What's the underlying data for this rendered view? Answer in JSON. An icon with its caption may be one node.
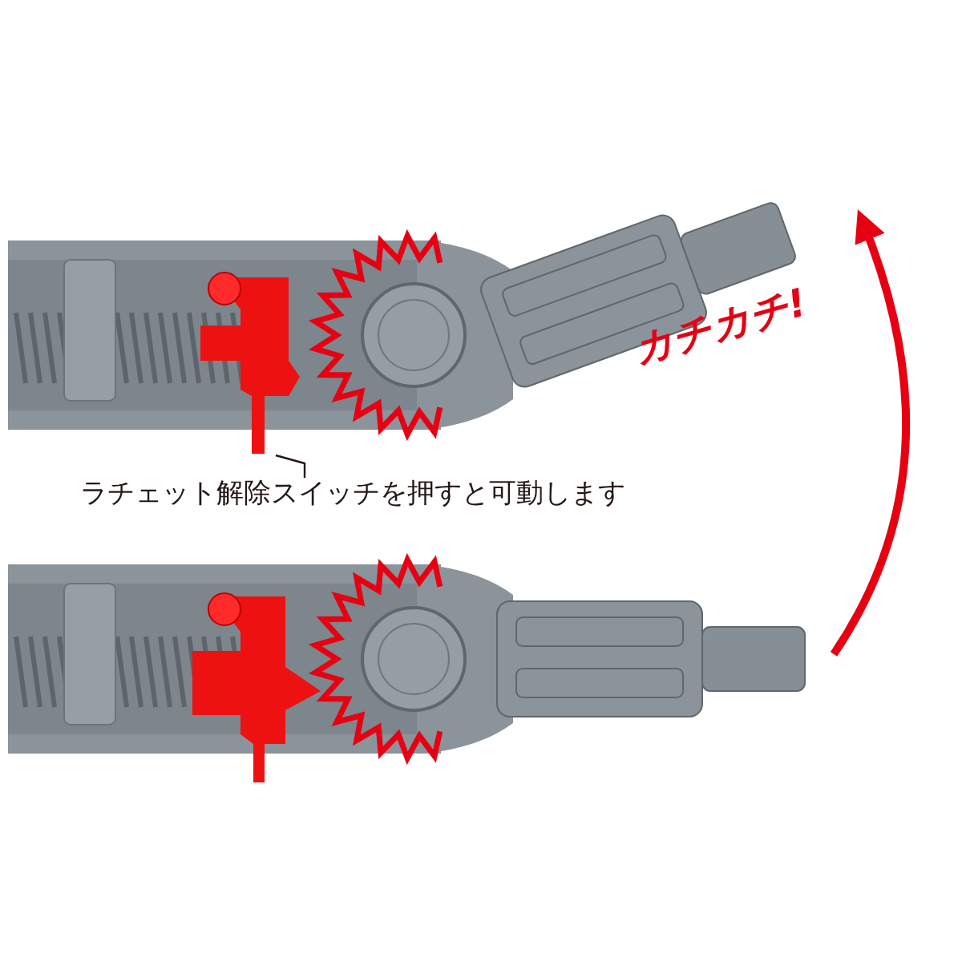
{
  "diagram": {
    "nodes": [
      {
        "text": [],
        "shape": "picture"
      },
      {
        "text": [],
        "shape": "picture",
        "in": 0
      },
      {
        "text": [],
        "shape": "picture"
      },
      {
        "text": [
          "ラチェット解除スイッチを押すと可動します"
        ]
      }
    ],
    "edges": [
      {
        "from": 3,
        "to": 1,
        "arrow": "none"
      },
      {
        "from": 2,
        "to": 0,
        "arrow": "to",
        "label": "カチカチ!",
        "style": "thick",
        "color": "#e60012"
      }
    ]
  }
}
